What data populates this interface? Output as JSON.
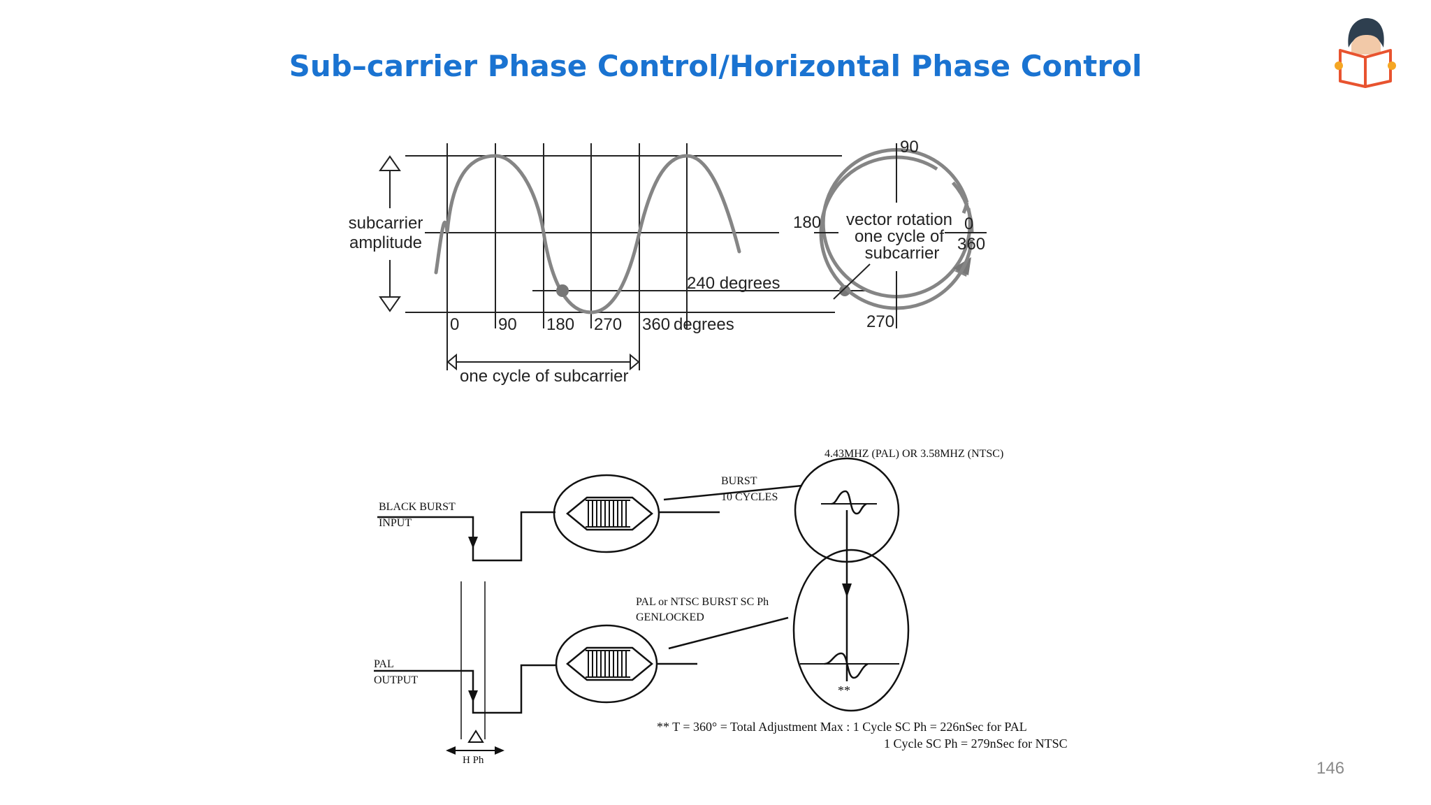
{
  "slide": {
    "title": "Sub–carrier Phase Control/Horizontal Phase Control",
    "page_number": "146",
    "accent_color": "#1a73d1",
    "logo_icon": "reader-with-book-icon"
  },
  "phase_diagram": {
    "amplitude_label_line1": "subcarrier",
    "amplitude_label_line2": "amplitude",
    "x_ticks": [
      "0",
      "90",
      "180",
      "270",
      "360"
    ],
    "x_unit": "degrees",
    "cycle_label": "one cycle of subcarrier",
    "marker_label": "240 degrees",
    "vector_label_90": "90",
    "vector_label_180": "180",
    "vector_label_0": "0",
    "vector_label_360": "360",
    "vector_label_270": "270",
    "vector_text_line1": "vector rotation",
    "vector_text_line2": "one cycle of",
    "vector_text_line3": "subcarrier"
  },
  "genlock_diagram": {
    "frequency_label": "4.43MHZ (PAL) OR 3.58MHZ (NTSC)",
    "burst_line1": "BURST",
    "burst_line2": "10 CYCLES",
    "black_burst_line1": "BLACK BURST",
    "black_burst_line2": "INPUT",
    "genlock_line1": "PAL or NTSC BURST SC Ph",
    "genlock_line2": "GENLOCKED",
    "pal_output_line1": "PAL",
    "pal_output_line2": "OUTPUT",
    "hph_label": "H Ph",
    "asterisks": "**",
    "footnote_line1": "** T = 360° = Total Adjustment Max : 1 Cycle SC Ph = 226nSec for PAL",
    "footnote_line2": "1 Cycle SC Ph = 279nSec for NTSC"
  }
}
